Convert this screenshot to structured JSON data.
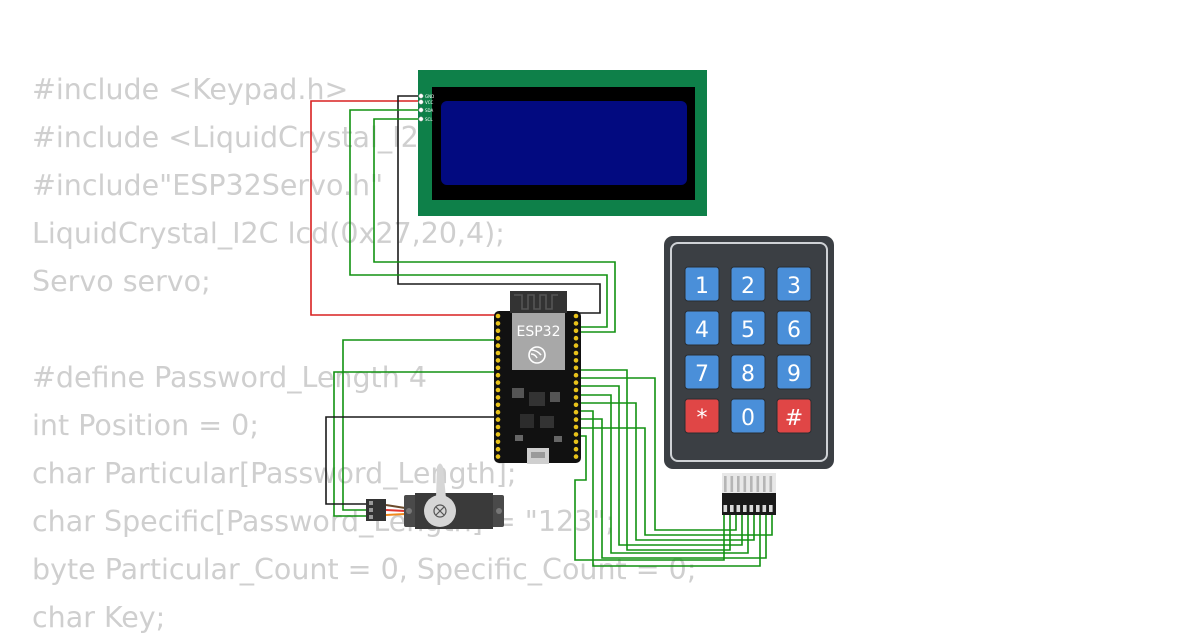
{
  "code": {
    "lines": [
      "#include <Keypad.h>",
      "#include <LiquidCrystal_I2C.h>",
      "#include\"ESP32Servo.h\"",
      "LiquidCrystal_I2C lcd(0x27,20,4);",
      "Servo servo;",
      "",
      "#define Password_Length 4",
      "int Position = 0;",
      "char Particular[Password_Length];",
      "char Specific[Password_Length] = \"123\";",
      "byte Particular_Count = 0, Specific_Count = 0;",
      "char Key;"
    ]
  },
  "esp32": {
    "label": "ESP32"
  },
  "lcd": {
    "pins": [
      "GND",
      "VCC",
      "SDA",
      "SCL"
    ]
  },
  "keypad": {
    "keys": [
      "1",
      "2",
      "3",
      "4",
      "5",
      "6",
      "7",
      "8",
      "9",
      "*",
      "0",
      "#"
    ]
  },
  "colors": {
    "code_text": "#cfcfcf",
    "lcd_board": "#0e8049",
    "lcd_screen": "#020a80",
    "keypad_body": "#3b3f44",
    "key_blue": "#4a8fd9",
    "key_red": "#e04646",
    "wire_green": "#129212",
    "wire_red": "#d92121",
    "wire_black": "#1a1a1a"
  }
}
